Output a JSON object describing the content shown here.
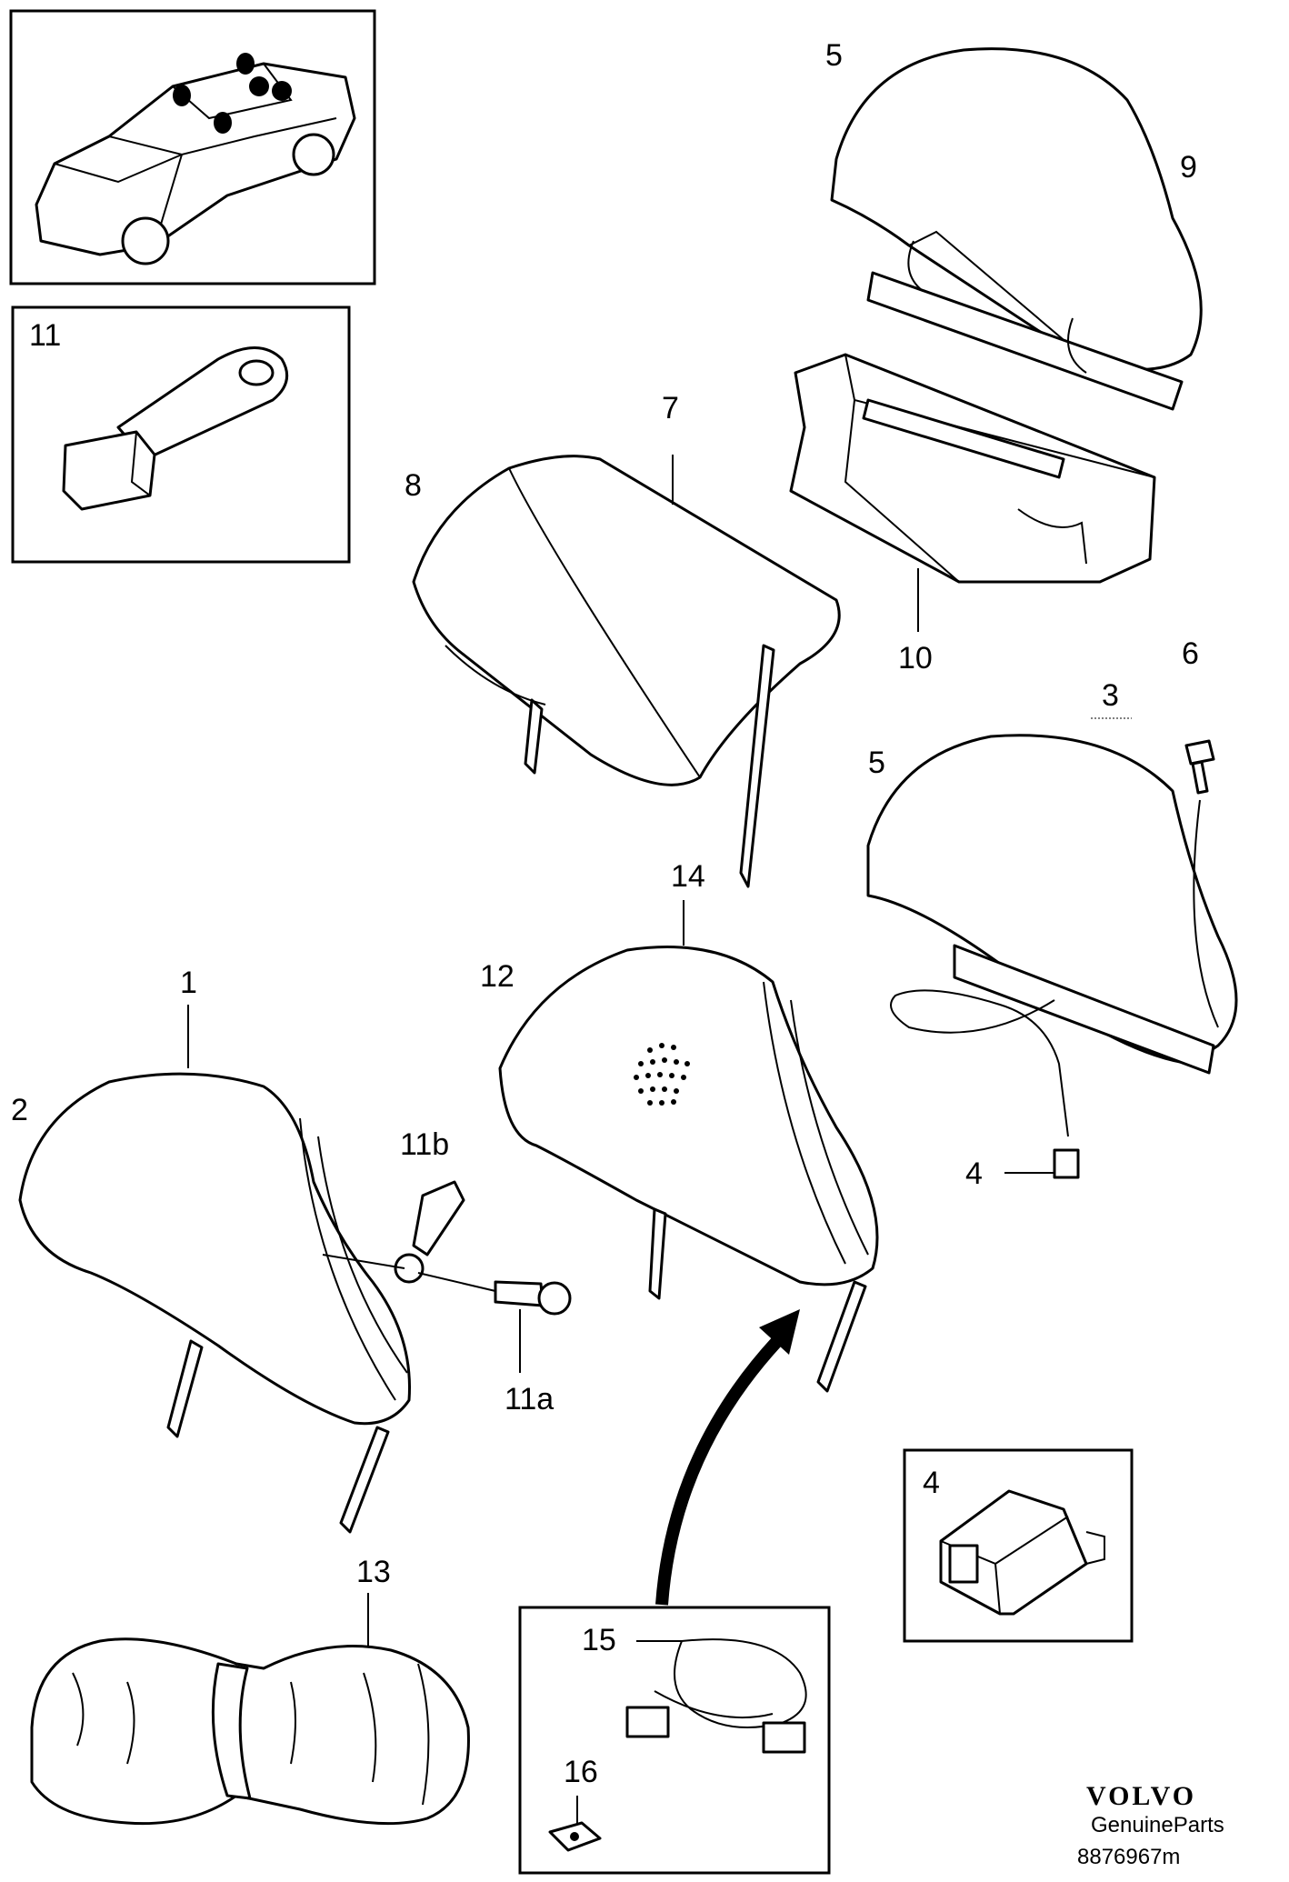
{
  "callouts": {
    "c1": "1",
    "c2": "2",
    "c3": "3",
    "c4a": "4",
    "c4b": "4",
    "c5a": "5",
    "c5b": "5",
    "c6": "6",
    "c7": "7",
    "c8": "8",
    "c9": "9",
    "c10": "10",
    "c11": "11",
    "c11a": "11a",
    "c11b": "11b",
    "c12": "12",
    "c13": "13",
    "c14": "14",
    "c15": "15",
    "c16": "16"
  },
  "footer": {
    "brand": "VOLVO",
    "tagline": "GenuineParts",
    "ref": "8876967m"
  },
  "icons": {
    "car": "car-overview-icon",
    "arrow": "curved-arrow-icon"
  }
}
